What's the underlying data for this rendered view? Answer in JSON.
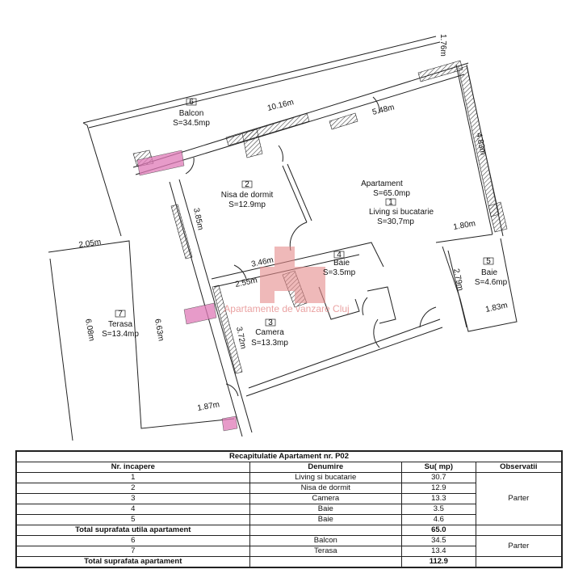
{
  "plan": {
    "rooms": [
      {
        "nr": "6",
        "name": "Balcon",
        "area": "S=34.5mp"
      },
      {
        "nr": "2",
        "name": "Nisa de dormit",
        "area": "S=12.9mp"
      },
      {
        "nr": "1",
        "name": "Living si bucatarie",
        "area": "S=30,7mp"
      },
      {
        "nr": "4",
        "name": "Baie",
        "area": "S=3.5mp"
      },
      {
        "nr": "5",
        "name": "Baie",
        "area": "S=4.6mp"
      },
      {
        "nr": "7",
        "name": "Terasa",
        "area": "S=13.4mp"
      },
      {
        "nr": "3",
        "name": "Camera",
        "area": "S=13.3mp"
      }
    ],
    "apartment": {
      "label": "Apartament",
      "area": "S=65.0mp"
    },
    "dimensions": [
      "1.76m",
      "10.16m",
      "5.48m",
      "4.83m",
      "3.85m",
      "1.80m",
      "2.05m",
      "3.46m",
      "2.55m",
      "2.79m",
      "1.83m",
      "6.08m",
      "6.63m",
      "3.72m",
      "1.87m"
    ],
    "watermark": "Apartamente de vanzare Cluj",
    "colors": {
      "line": "#222222",
      "hatch": "#555555",
      "pink": "#e07ab8",
      "watermark": "#e58b8b"
    }
  },
  "table": {
    "title": "Recapitulatie Apartament nr. P02",
    "headers": [
      "Nr. incapere",
      "Denumire",
      "Su( mp)",
      "Observatii"
    ],
    "rows": [
      [
        "1",
        "Living si bucatarie",
        "30.7"
      ],
      [
        "2",
        "Nisa de dormit",
        "12.9"
      ],
      [
        "3",
        "Camera",
        "13.3"
      ],
      [
        "4",
        "Baie",
        "3.5"
      ],
      [
        "5",
        "Baie",
        "4.6"
      ]
    ],
    "obs1": "Parter",
    "subtotal": {
      "label": "Total suprafata utila apartament",
      "value": "65.0"
    },
    "rows2": [
      [
        "6",
        "Balcon",
        "34.5"
      ],
      [
        "7",
        "Terasa",
        "13.4"
      ]
    ],
    "obs2": "Parter",
    "total": {
      "label": "Total suprafata apartament",
      "value": "112.9"
    }
  }
}
